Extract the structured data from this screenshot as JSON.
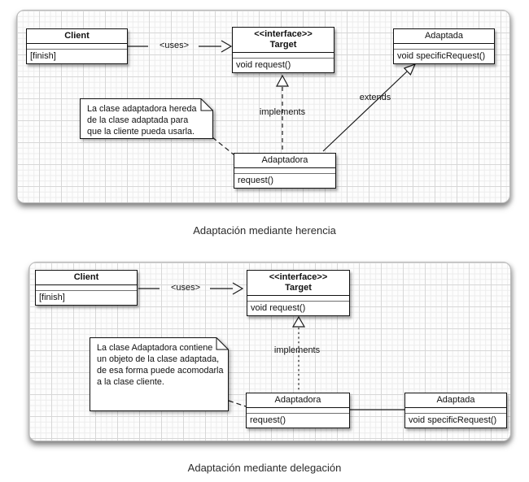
{
  "captions": {
    "top": "Adaptación mediante herencia",
    "bottom": "Adaptación mediante delegación"
  },
  "top_diagram": {
    "client": {
      "name": "Client",
      "method": "[finish]"
    },
    "target": {
      "stereotype": "<<interface>>",
      "name": "Target",
      "method": "void request()"
    },
    "adaptada": {
      "name": "Adaptada",
      "method": "void specificRequest()"
    },
    "adaptadora": {
      "name": "Adaptadora",
      "method": "request()"
    },
    "uses_label": "<uses>",
    "implements_label": "implements",
    "extends_label": "extends",
    "note_lines": [
      "La clase adaptadora hereda",
      "de la clase adaptada para",
      "que la cliente pueda usarla."
    ]
  },
  "bottom_diagram": {
    "client": {
      "name": "Client",
      "method": "[finish]"
    },
    "target": {
      "stereotype": "<<interface>>",
      "name": "Target",
      "method": "void request()"
    },
    "adaptadora": {
      "name": "Adaptadora",
      "method": "request()"
    },
    "adaptada": {
      "name": "Adaptada",
      "method": "void specificRequest()"
    },
    "uses_label": "<uses>",
    "implements_label": "implements",
    "note_lines": [
      "La clase Adaptadora contiene",
      "un objeto de la clase adaptada,",
      "de esa forma puede acomodarla",
      "a la clase cliente."
    ]
  },
  "colors": {
    "line": "#1a1a1a",
    "box_border": "#111111",
    "box_bg": "#ffffff",
    "grid_minor": "#ececec",
    "grid_major": "#d7d7d7",
    "caption_text": "#2b2b2b"
  }
}
